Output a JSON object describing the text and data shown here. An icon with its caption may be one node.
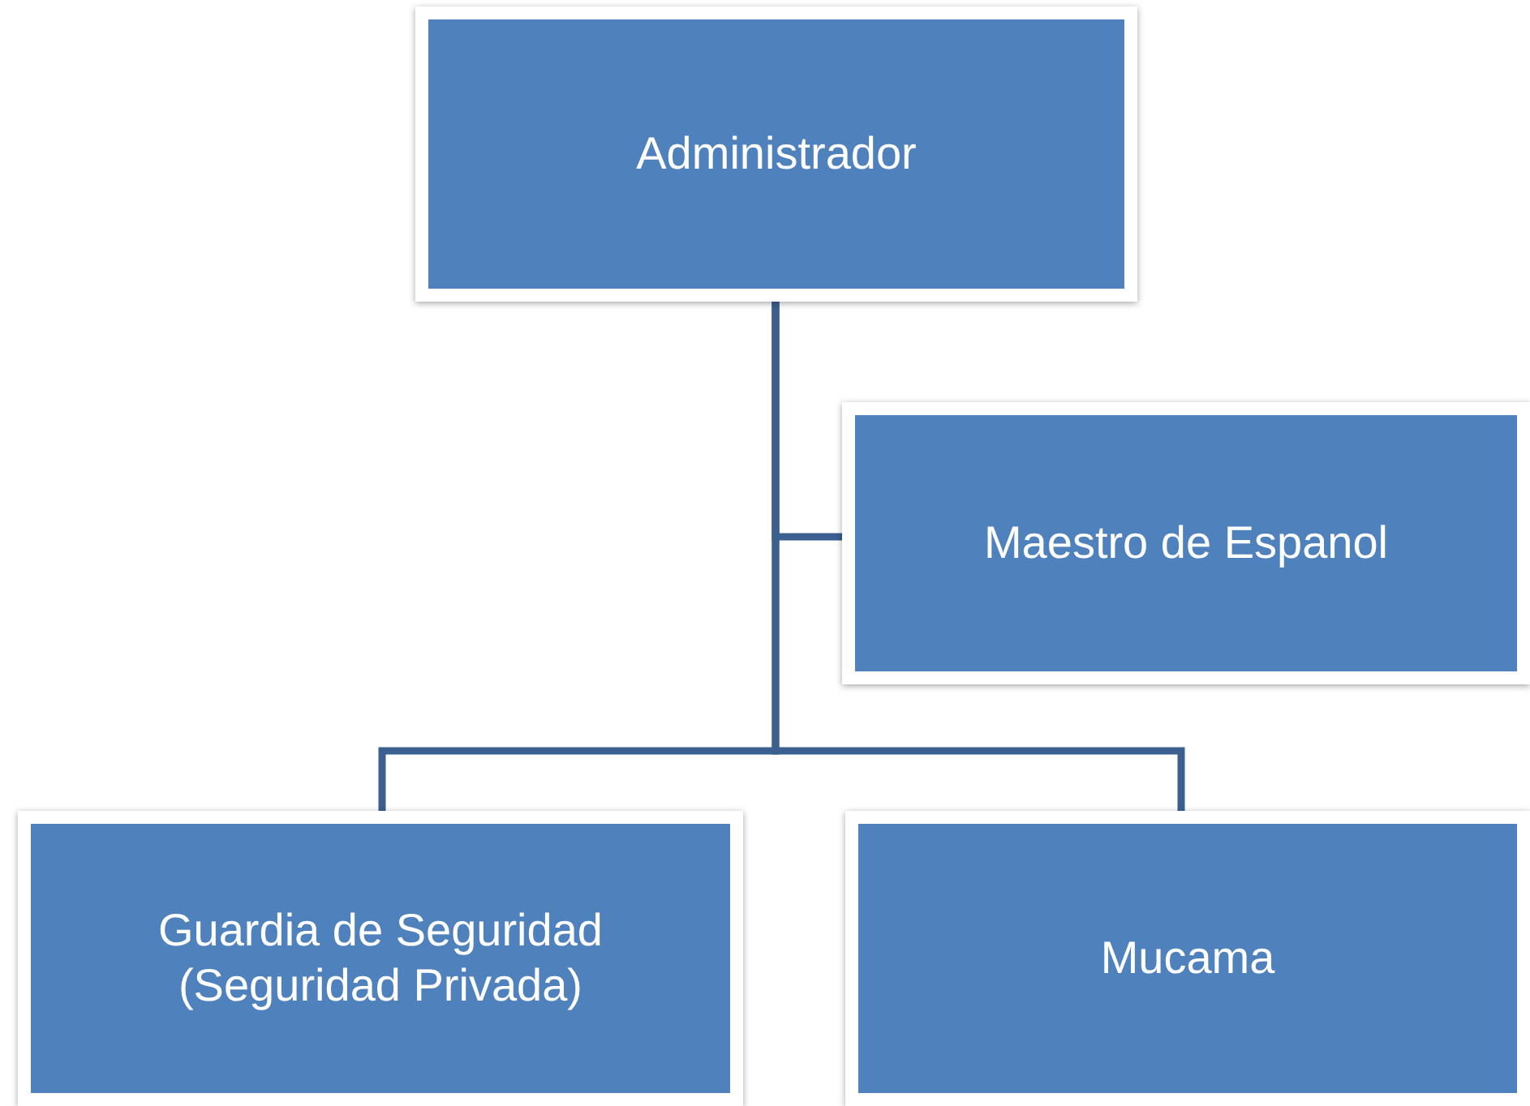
{
  "diagram": {
    "nodes": [
      {
        "text": [
          "Administrador"
        ]
      },
      {
        "text": [
          "Maestro de Espanol"
        ]
      },
      {
        "text": [
          "Guardia de Seguridad (Seguridad Privada)"
        ]
      },
      {
        "text": [
          "Mucama"
        ]
      }
    ],
    "edges": [
      {
        "from": 0,
        "to": 1,
        "arrow": "none"
      },
      {
        "from": 0,
        "to": 2,
        "arrow": "none"
      },
      {
        "from": 0,
        "to": 3,
        "arrow": "none"
      }
    ]
  }
}
